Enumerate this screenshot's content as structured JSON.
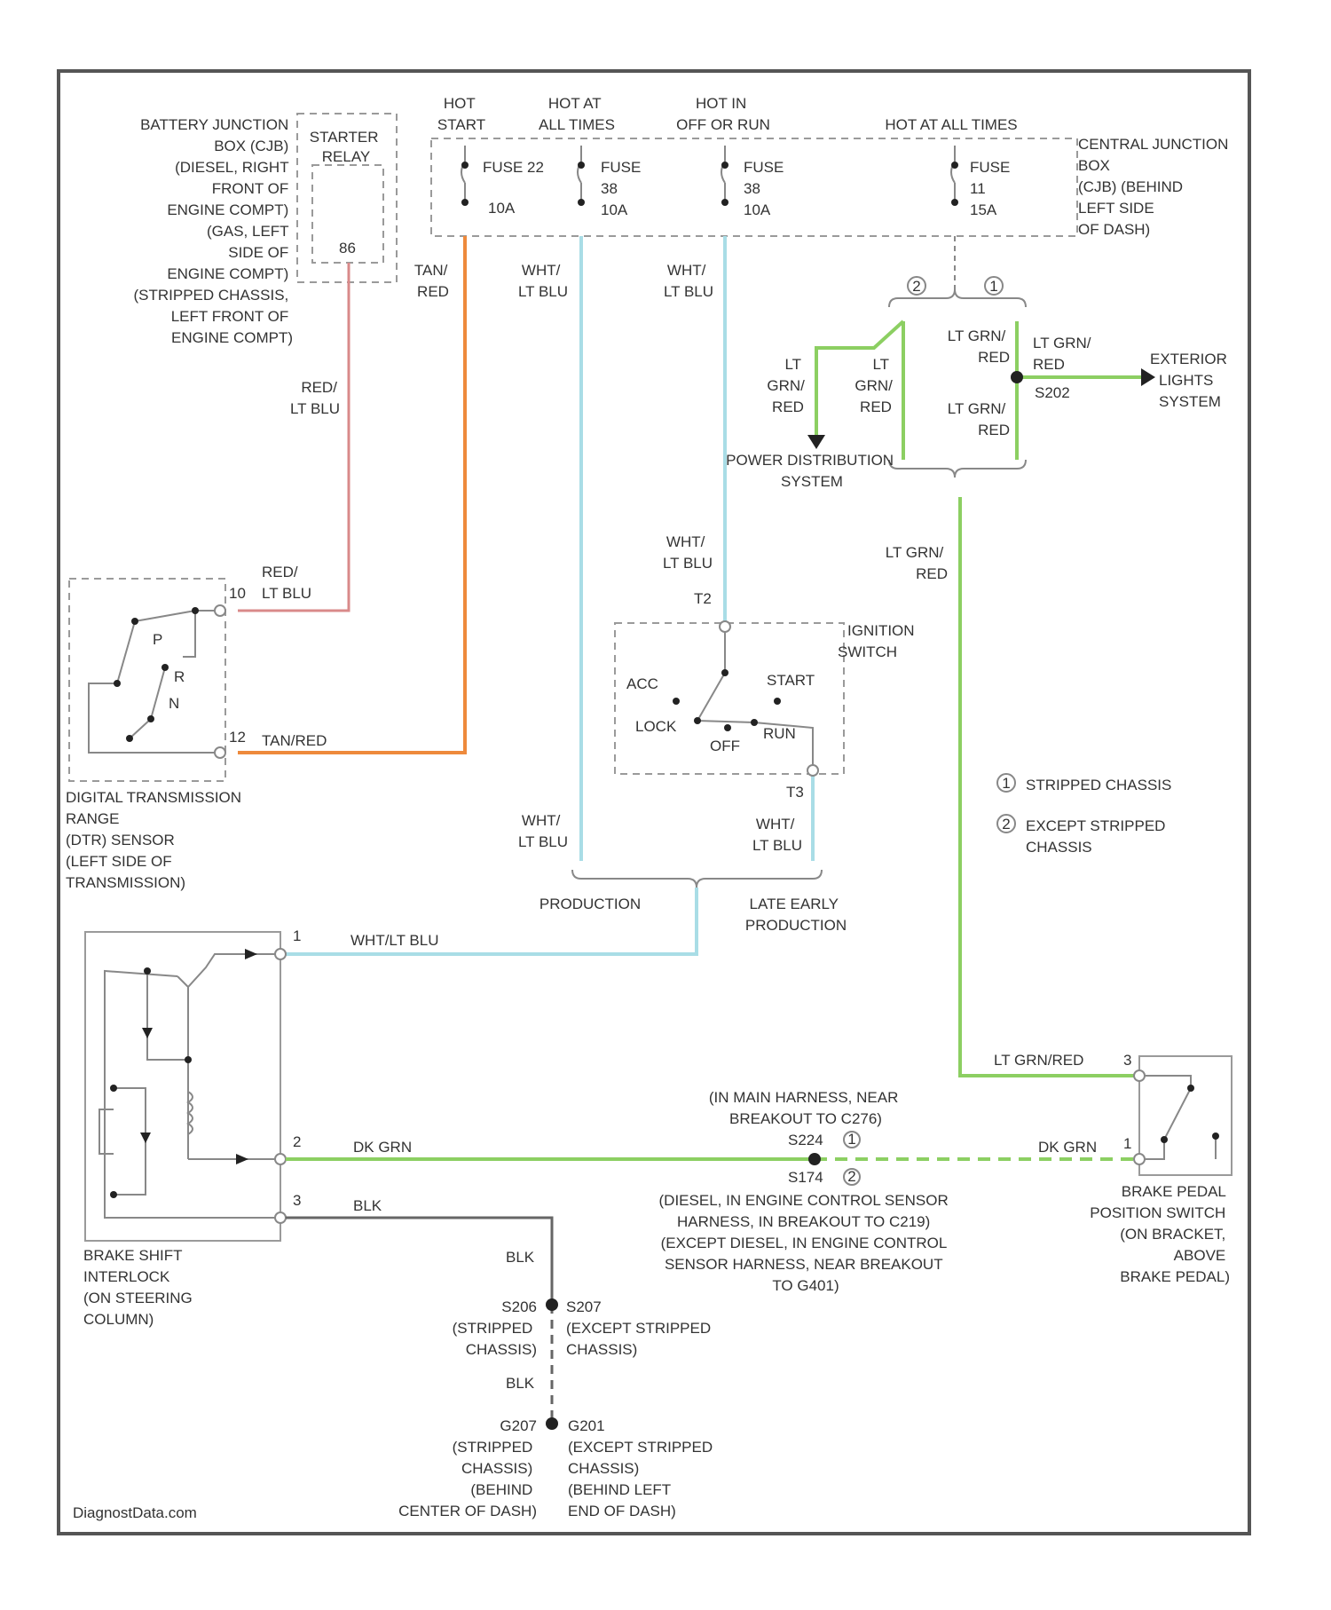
{
  "battery_junction_box": {
    "lines": [
      "BATTERY JUNCTION",
      "BOX (CJB)",
      "(DIESEL, RIGHT",
      "FRONT OF",
      "ENGINE COMPT)",
      "(GAS, LEFT",
      "SIDE OF",
      "ENGINE COMPT)",
      "(STRIPPED CHASSIS,",
      "LEFT FRONT OF",
      "ENGINE COMPT)"
    ],
    "starter_relay": [
      "STARTER",
      "RELAY"
    ],
    "relay_pin": "86"
  },
  "power_labels": {
    "hot_start": [
      "HOT",
      "START"
    ],
    "hot_at_all_times_1": [
      "HOT AT",
      "ALL TIMES"
    ],
    "hot_in_off_or_run": [
      "HOT IN",
      "OFF OR RUN"
    ],
    "hot_at_all_times_2": "HOT AT ALL TIMES"
  },
  "fuses": [
    {
      "name": "FUSE 22",
      "rating": "10A"
    },
    {
      "name": "FUSE",
      "number": "38",
      "rating": "10A"
    },
    {
      "name": "FUSE",
      "number": "38",
      "rating": "10A"
    },
    {
      "name": "FUSE",
      "number": "11",
      "rating": "15A"
    }
  ],
  "central_junction_box": [
    "CENTRAL JUNCTION",
    "BOX",
    "(CJB) (BEHIND",
    "LEFT SIDE",
    "OF DASH)"
  ],
  "wires": {
    "tan_red": [
      "TAN/",
      "RED"
    ],
    "wht_lt_blu_a": [
      "WHT/",
      "LT BLU"
    ],
    "wht_lt_blu_b": [
      "WHT/",
      "LT BLU"
    ],
    "red_lt_blu_a": [
      "RED/",
      "LT BLU"
    ],
    "red_lt_blu_b": [
      "RED/",
      "LT BLU"
    ],
    "tan_red_inline": "TAN/RED",
    "lt_grn_red_1": [
      "LT",
      "GRN/",
      "RED"
    ],
    "lt_grn_red_2": [
      "LT",
      "GRN/",
      "RED"
    ],
    "lt_grn_red_3": [
      "LT GRN/",
      "RED"
    ],
    "lt_grn_red_4": [
      "LT GRN/",
      "RED"
    ],
    "lt_grn_red_5": [
      "LT GRN/",
      "RED"
    ],
    "lt_grn_red_6": [
      "LT GRN/",
      "RED"
    ],
    "wht_lt_blu_c": [
      "WHT/",
      "LT BLU"
    ],
    "wht_lt_blu_d": [
      "WHT/",
      "LT BLU"
    ],
    "wht_lt_blu_e": [
      "WHT/",
      "LT BLU"
    ],
    "wht_lt_blu_inline": "WHT/LT BLU",
    "dk_grn_a": "DK GRN",
    "dk_grn_b": "DK GRN",
    "blk_a": "BLK",
    "blk_b": "BLK",
    "blk_c": "BLK",
    "lt_grn_red_inline": "LT GRN/RED"
  },
  "splices": {
    "s202": "S202",
    "s224": "S224",
    "s174": "S174",
    "s206": "S206",
    "s207": "S207"
  },
  "exterior_lights": [
    "EXTERIOR",
    "LIGHTS",
    "SYSTEM"
  ],
  "power_distribution": [
    "POWER DISTRIBUTION",
    "SYSTEM"
  ],
  "dtr_sensor": {
    "lines": [
      "DIGITAL TRANSMISSION",
      "RANGE",
      "(DTR) SENSOR",
      "(LEFT SIDE OF",
      "TRANSMISSION)"
    ],
    "pin_top": "10",
    "pin_bottom": "12",
    "positions": [
      "P",
      "R",
      "N"
    ]
  },
  "ignition_switch": {
    "title": [
      "IGNITION",
      "SWITCH"
    ],
    "positions": {
      "acc": "ACC",
      "lock": "LOCK",
      "off": "OFF",
      "run": "RUN",
      "start": "START"
    },
    "pin_top": "T2",
    "pin_bottom": "T3"
  },
  "production_labels": {
    "production": "PRODUCTION",
    "late_early": [
      "LATE EARLY",
      "PRODUCTION"
    ]
  },
  "legend": [
    {
      "marker": "1",
      "text": [
        "STRIPPED CHASSIS"
      ]
    },
    {
      "marker": "2",
      "text": [
        "EXCEPT STRIPPED",
        "CHASSIS"
      ]
    }
  ],
  "brake_shift_interlock": {
    "lines": [
      "BRAKE SHIFT",
      "INTERLOCK",
      "(ON STEERING",
      "COLUMN)"
    ],
    "pins": [
      "1",
      "2",
      "3"
    ]
  },
  "brake_pedal_switch": {
    "lines": [
      "BRAKE PEDAL",
      "POSITION SWITCH",
      "(ON BRACKET,",
      "ABOVE",
      "BRAKE PEDAL)"
    ],
    "pins": [
      "3",
      "1"
    ]
  },
  "splice_notes": {
    "s224_note": [
      "(IN MAIN HARNESS, NEAR",
      "BREAKOUT TO C276)"
    ],
    "s174_note": [
      "(DIESEL, IN ENGINE CONTROL SENSOR",
      "HARNESS, IN BREAKOUT TO C219)",
      "(EXCEPT DIESEL, IN ENGINE CONTROL",
      "SENSOR HARNESS, NEAR BREAKOUT",
      "TO G401)"
    ],
    "s206_note": [
      "(STRIPPED",
      "CHASSIS)"
    ],
    "s207_note": [
      "(EXCEPT STRIPPED",
      "CHASSIS)"
    ],
    "g207_a": [
      "(STRIPPED",
      "CHASSIS)",
      "(BEHIND",
      "CENTER OF DASH)"
    ],
    "g201_b": [
      "(EXCEPT STRIPPED",
      "CHASSIS)",
      "(BEHIND LEFT",
      "END OF DASH)"
    ],
    "g207": "G207",
    "g201": "G201"
  },
  "watermark": "DiagnostData.com"
}
